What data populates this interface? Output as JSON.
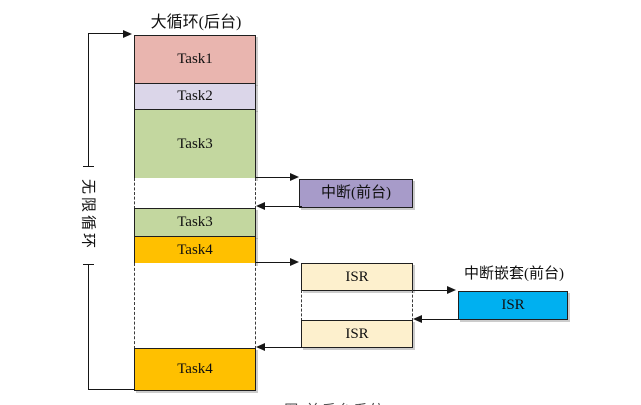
{
  "title": "大循环(后台)",
  "left_loop_label": "无限循环",
  "column": {
    "segments": [
      {
        "label": "Task1",
        "type": "task1"
      },
      {
        "label": "Task2",
        "type": "task2"
      },
      {
        "label": "Task3",
        "type": "task3"
      },
      {
        "label": "",
        "type": "idle-gap"
      },
      {
        "label": "Task3",
        "type": "task3"
      },
      {
        "label": "Task4",
        "type": "task4"
      },
      {
        "label": "",
        "type": "idle-gap"
      },
      {
        "label": "Task4",
        "type": "task4"
      }
    ]
  },
  "interrupt_box": {
    "label": "中断(前台)"
  },
  "isr_boxes": {
    "isr1_label": "ISR",
    "isr2_label": "ISR"
  },
  "nested_interrupt": {
    "title": "中断嵌套(前台)",
    "isr_label": "ISR"
  },
  "caption": {
    "clipped_text": "图 前后台系统"
  },
  "colors": {
    "task1": "#e9b5af",
    "task2": "#dbd6e9",
    "task3": "#c3d79f",
    "task4": "#ffc000",
    "interrupt": "#a79bc9",
    "isr": "#fdf0cd",
    "isrNested": "#00b0f0"
  }
}
